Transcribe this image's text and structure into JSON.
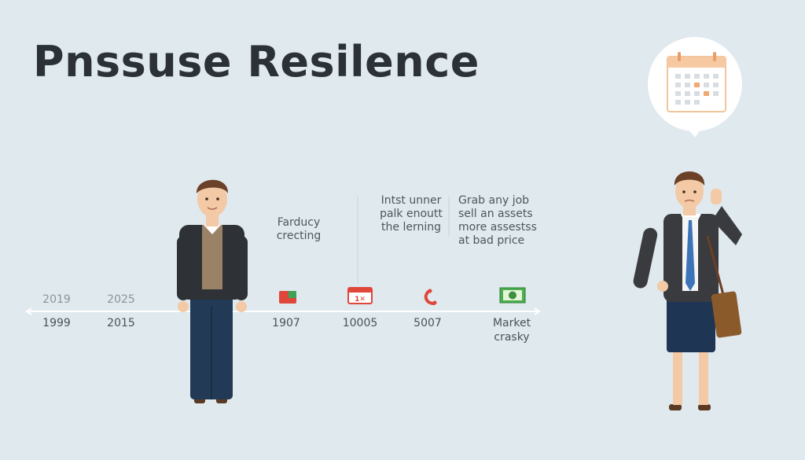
{
  "title": "Pnssuse Resilence",
  "timeline": {
    "upper_years": [
      "2019",
      "2025"
    ],
    "lower_years": [
      "1999",
      "2015"
    ],
    "events": [
      {
        "label": "1907",
        "icon": "red-green-box-icon"
      },
      {
        "label": "10005",
        "icon": "calendar-box-icon"
      },
      {
        "label": "5007",
        "icon": "phone-icon"
      },
      {
        "label_lines": [
          "Market",
          "crasky"
        ],
        "icon": "cash-icon"
      }
    ],
    "notes": [
      {
        "lines": [
          "Farducy",
          "crecting"
        ]
      },
      {
        "lines": [
          "Intst unner",
          "palk enoutt",
          "the lerning"
        ]
      },
      {
        "lines": [
          "Grab any job",
          "sell an assets",
          "more assestss",
          "at bad price"
        ]
      }
    ]
  },
  "icons": {
    "calendar": "calendar-icon",
    "person_left": "standing-man-icon",
    "person_right": "worried-man-icon"
  },
  "colors": {
    "background": "#dfe9ee",
    "title": "#2b3136",
    "line": "#ffffff",
    "accent_red": "#e0463a",
    "accent_green": "#3da356",
    "calendar_orange": "#f2b27a"
  }
}
